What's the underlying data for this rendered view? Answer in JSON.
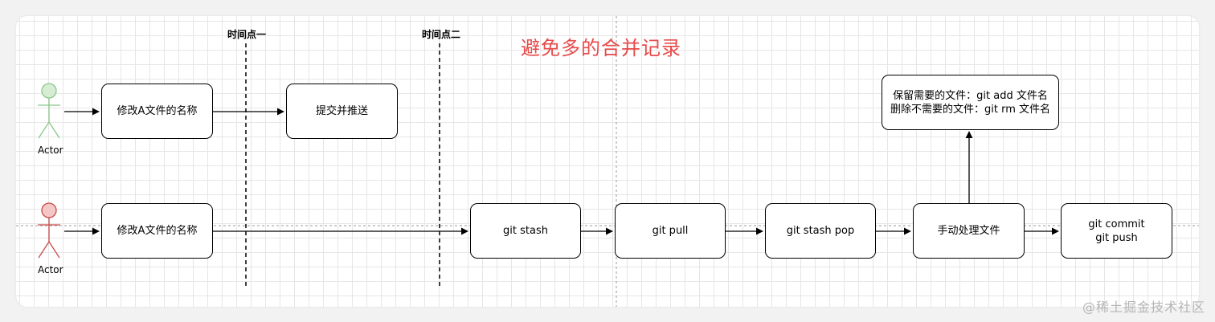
{
  "title": "避免多的合并记录",
  "time_points": [
    "时间点一",
    "时间点二"
  ],
  "actors": [
    {
      "label": "Actor",
      "color": "#8ac78a",
      "fill": "#d6ecd3"
    },
    {
      "label": "Actor",
      "color": "#c94a4a",
      "fill": "#f4c6c6"
    }
  ],
  "nodes": {
    "top_modify": "修改A文件的名称",
    "top_commit": "提交并推送",
    "bottom_modify": "修改A文件的名称",
    "stash": "git stash",
    "pull": "git pull",
    "stash_pop": "git stash pop",
    "manual": "手动处理文件",
    "commit_push": [
      "git commit",
      "git push"
    ],
    "notes": [
      "保留需要的文件：git add 文件名",
      "删除不需要的文件：git rm 文件名"
    ]
  },
  "colors": {
    "title": "#e84a4a",
    "watermark": "#b5b5b5"
  },
  "watermark": "@稀土掘金技术社区"
}
